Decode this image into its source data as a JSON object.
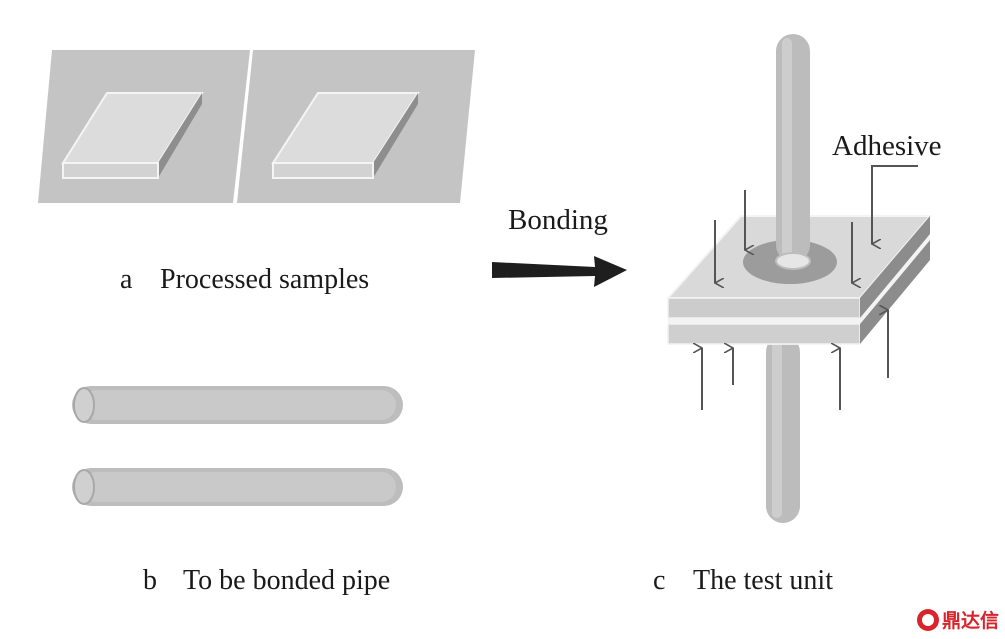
{
  "captions": {
    "a": {
      "letter": "a",
      "text": "Processed samples"
    },
    "b": {
      "letter": "b",
      "text": "To be bonded pipe"
    },
    "c": {
      "letter": "c",
      "text": "The test unit"
    }
  },
  "labels": {
    "bonding": "Bonding",
    "adhesive": "Adhesive"
  },
  "watermark": {
    "text": "鼎达信",
    "color": "#d9232d"
  },
  "colors": {
    "plate": "#c7c7c7",
    "sample_top": "#d8d8d8",
    "sample_side": "#9a9a9a",
    "pipe": "#bdbdbd",
    "arrow": "#222222",
    "force_arrow": "#555555"
  }
}
